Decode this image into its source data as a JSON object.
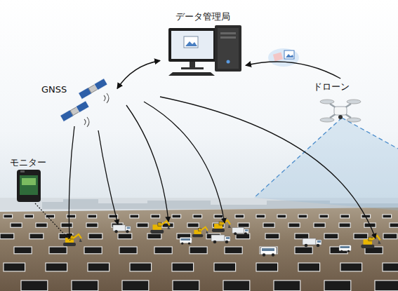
{
  "diagram": {
    "nodes": [
      {
        "text": [
          "データ管理局"
        ]
      },
      {
        "text": [
          "GNSS"
        ]
      },
      {
        "text": [
          "ドローン"
        ]
      },
      {
        "text": [
          "モニター"
        ]
      }
    ],
    "edges": [
      {
        "from": 1,
        "to": 0,
        "arrow": "both"
      },
      {
        "from": 2,
        "to": 0,
        "arrow": "to"
      }
    ]
  }
}
